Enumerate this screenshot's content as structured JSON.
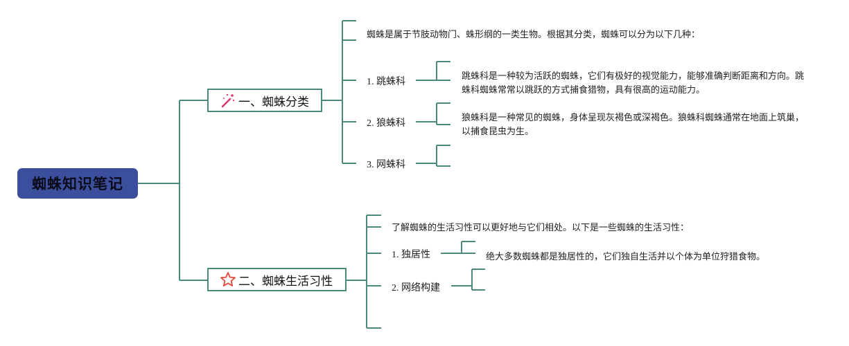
{
  "root": {
    "title": "蜘蛛知识笔记"
  },
  "topic1": {
    "title": "一、蜘蛛分类",
    "icon": "magic-wand-icon",
    "intro": "蜘蛛是属于节肢动物门、蛛形纲的一类生物。根据其分类，蜘蛛可以分为以下几种：",
    "items": [
      {
        "label": "1. 跳蛛科",
        "desc": "跳蛛科是一种较为活跃的蜘蛛，它们有极好的视觉能力，能够准确判断距离和方向。跳蛛科蜘蛛常常以跳跃的方式捕食猎物，具有很高的运动能力。"
      },
      {
        "label": "2. 狼蛛科",
        "desc": "狼蛛科是一种常见的蜘蛛，身体呈现灰褐色或深褐色。狼蛛科蜘蛛通常在地面上筑巢，以捕食昆虫为生。"
      },
      {
        "label": "3. 网蛛科",
        "desc": ""
      }
    ]
  },
  "topic2": {
    "title": "二、蜘蛛生活习性",
    "icon": "star-icon",
    "intro": "了解蜘蛛的生活习性可以更好地与它们相处。以下是一些蜘蛛的生活习性：",
    "items": [
      {
        "label": "1. 独居性",
        "desc": "绝大多数蜘蛛都是独居性的，它们独自生活并以个体为单位狩猎食物。"
      },
      {
        "label": "2. 网络构建",
        "desc": ""
      }
    ]
  },
  "colors": {
    "line": "#4a8a7c",
    "root_fill": "#3b4f9c",
    "star": "#e0483a",
    "wand": "#e0346e"
  }
}
